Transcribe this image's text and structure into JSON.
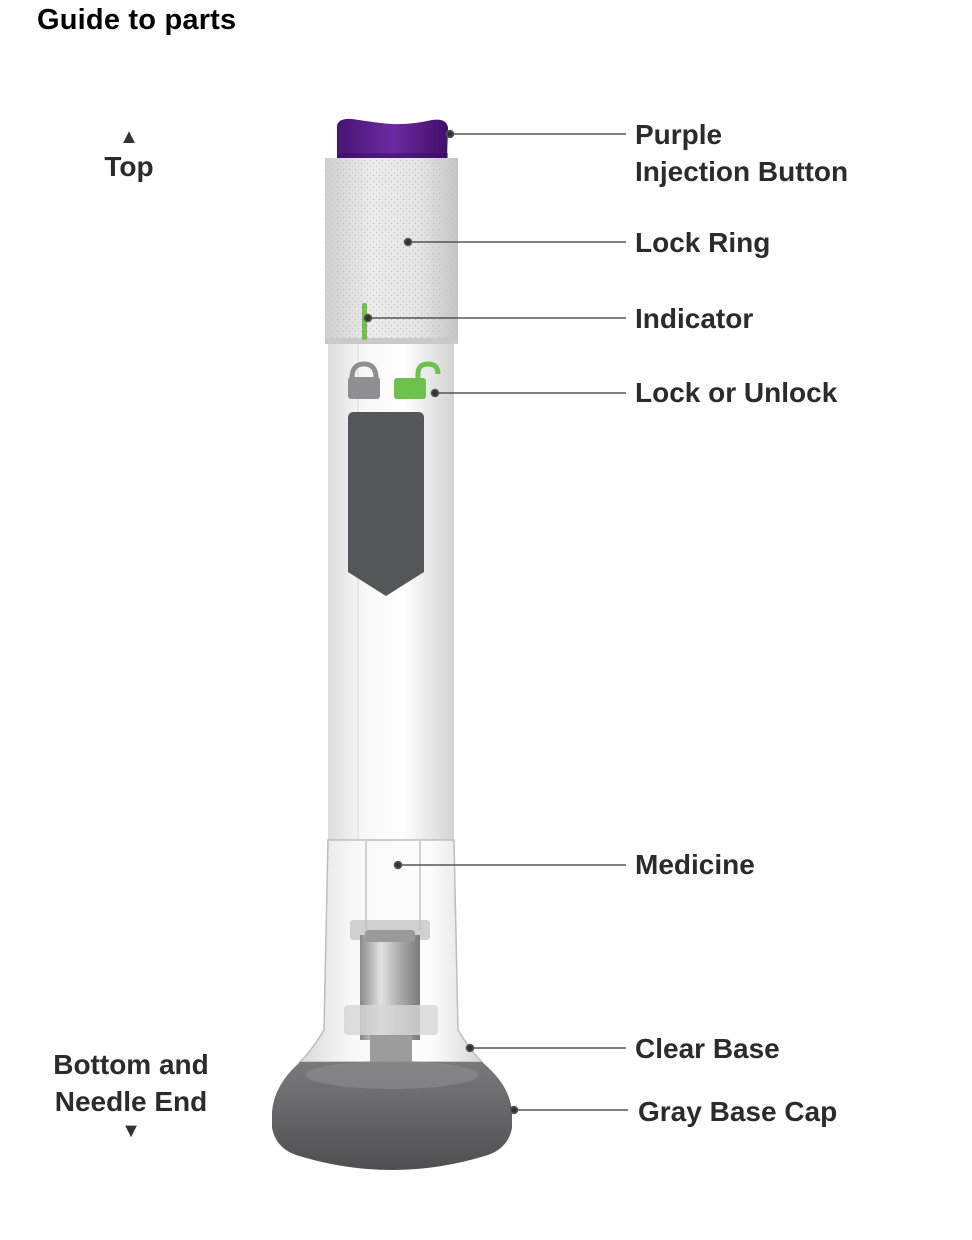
{
  "title": "Guide to parts",
  "directions": {
    "top": {
      "arrow": "▲",
      "label": "Top"
    },
    "bottom": {
      "label_line1": "Bottom and",
      "label_line2": "Needle End",
      "arrow": "▼"
    }
  },
  "parts": [
    {
      "id": "purple-injection-button",
      "line1": "Purple",
      "line2": "Injection Button"
    },
    {
      "id": "lock-ring",
      "line1": "Lock Ring"
    },
    {
      "id": "indicator",
      "line1": "Indicator"
    },
    {
      "id": "lock-or-unlock",
      "line1": "Lock or Unlock"
    },
    {
      "id": "medicine",
      "line1": "Medicine"
    },
    {
      "id": "clear-base",
      "line1": "Clear Base"
    },
    {
      "id": "gray-base-cap",
      "line1": "Gray Base Cap"
    }
  ],
  "colors": {
    "purple_button": "#5b1d8e",
    "green_indicator": "#6cc24a",
    "gray_cap": "#5f5f62",
    "dark_window": "#55565a",
    "lock_gray": "#8f8f93"
  },
  "icons": [
    "lock-icon",
    "unlock-icon",
    "up-arrow-icon",
    "down-arrow-icon"
  ]
}
